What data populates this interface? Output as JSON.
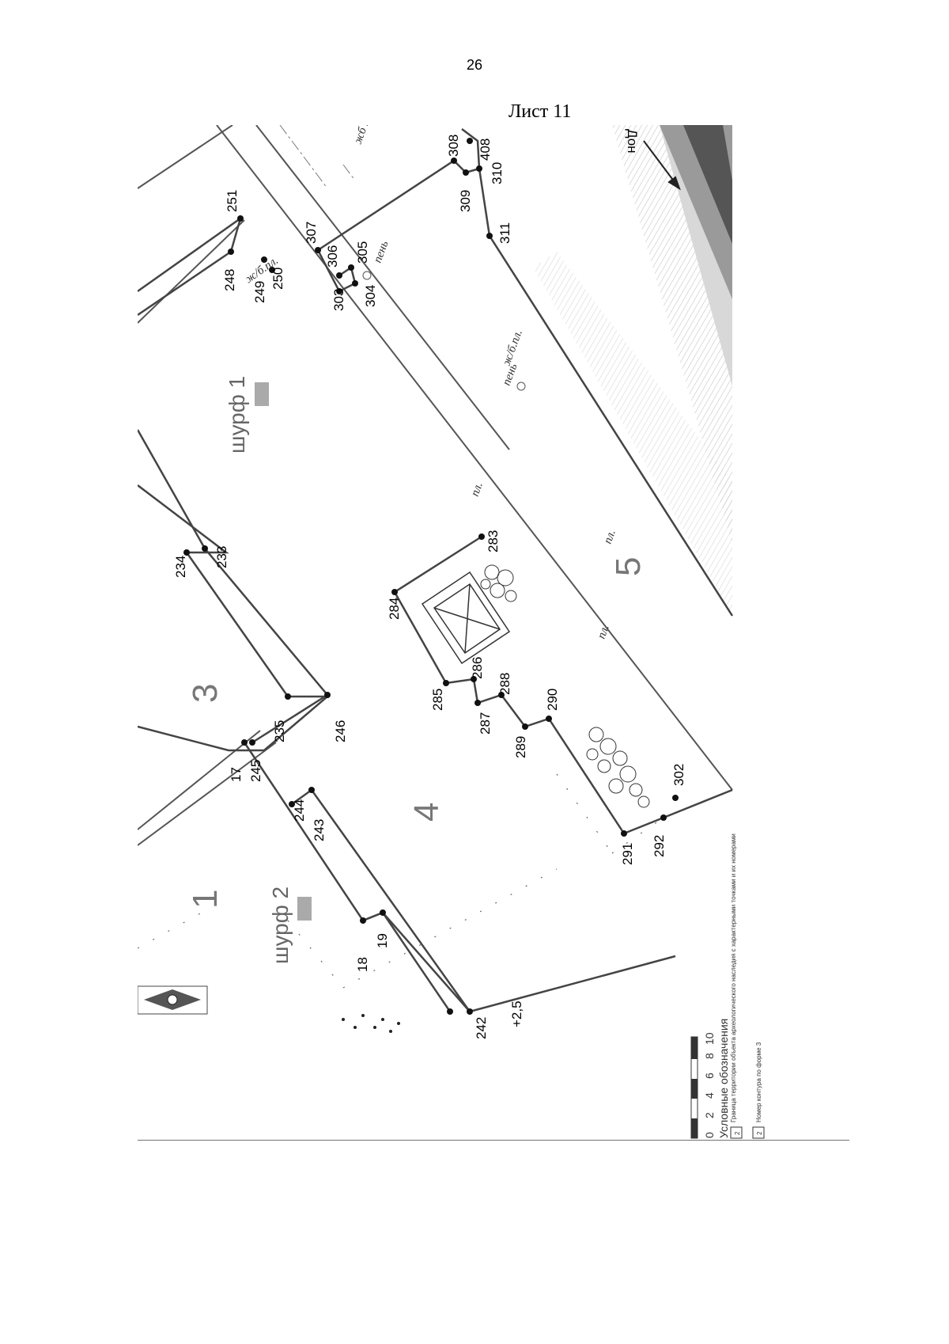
{
  "page": {
    "number": "26",
    "sheet_title": "Лист 11"
  },
  "map": {
    "zones": [
      "1",
      "3",
      "4",
      "5"
    ],
    "pits": [
      "шурф 1",
      "шурф 2"
    ],
    "river": "Дон",
    "annotations": {
      "zhb_pl_top": "жб пл",
      "zhb_pl": "ж/б.пл.",
      "stump_1": "пень",
      "stump_2": "пень",
      "zhb_pl_2": "ж/б.пл.",
      "pl_1": "пл.",
      "pl_2": "пл.",
      "pl_3": "пл.",
      "elevation": "+2,5"
    },
    "points": {
      "p17": "17",
      "p18": "18",
      "p19": "19",
      "p233": "233",
      "p234": "234",
      "p235": "235",
      "p242": "242",
      "p243": "243",
      "p244": "244",
      "p245": "245",
      "p246": "246",
      "p248": "248",
      "p249": "249",
      "p250": "250",
      "p251": "251",
      "p283": "283",
      "p284": "284",
      "p285": "285",
      "p286": "286",
      "p287": "287",
      "p288": "288",
      "p289": "289",
      "p290": "290",
      "p291": "291",
      "p292": "292",
      "p302": "302",
      "p303": "303",
      "p304": "304",
      "p305": "305",
      "p306": "306",
      "p307": "307",
      "p308": "308",
      "p309": "309",
      "p310": "310",
      "p311": "311",
      "p408": "408"
    },
    "legend": {
      "title": "Условные обозначения",
      "scale_ticks": [
        "0",
        "2",
        "4",
        "6",
        "8",
        "10"
      ],
      "item1": "Граница территории объекта археологического наследия с характерными точками и их номерами",
      "item1_key": "2",
      "item2": "Номер контура по форме 3",
      "item2_key": "2"
    }
  }
}
